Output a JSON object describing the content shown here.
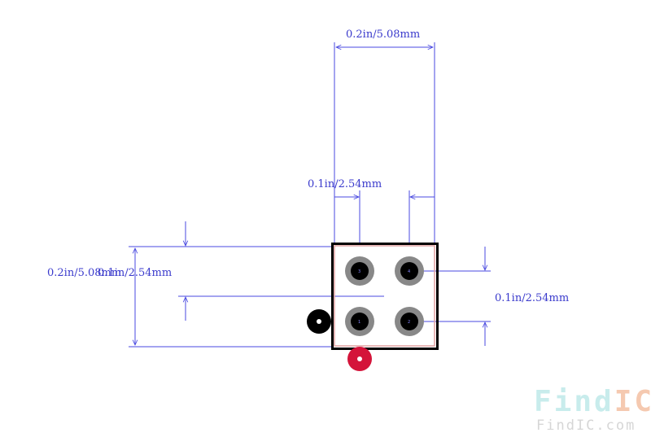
{
  "dimensions": {
    "top_width": "0.2in/5.08mm",
    "pitch_horizontal": "0.1in/2.54mm",
    "left_height": "0.2in/5.08mm",
    "left_pitch": "0.1in/2.54mm",
    "right_pitch": "0.1in/2.54mm"
  },
  "pins": [
    "3",
    "4",
    "1",
    "2"
  ],
  "watermark": {
    "brand_prefix": "Find",
    "brand_suffix": "IC",
    "url": "FindIC.com",
    "prefix_color": "#c8ecec",
    "suffix_color": "#f5c9b0"
  },
  "colors": {
    "dimension": "#4a4ae0",
    "outline": "#000000",
    "courtyard": "#e0a0a0",
    "pad_ring": "#888888",
    "pad_hole": "#000000",
    "pin1_marker": "#d4143a",
    "origin_marker": "#000000"
  }
}
